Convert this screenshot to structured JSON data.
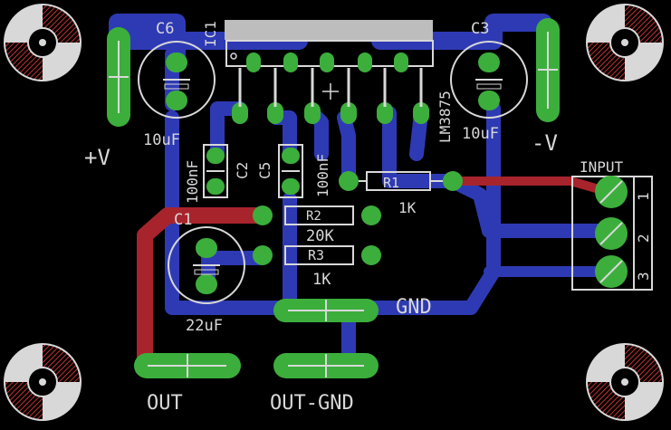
{
  "board": {
    "labels": {
      "c6": "C6",
      "ic1": "IC1",
      "c3": "C3",
      "lm3875": "LM3875",
      "v_plus": "+V",
      "v_minus": "-V",
      "c6_value": "10uF",
      "c3_value": "10uF",
      "c2": "C2",
      "c5": "C5",
      "c2_value": "100nF",
      "c5_value": "100nF",
      "r1": "R1",
      "r1_value": "1K",
      "c1": "C1",
      "r2": "R2",
      "r2_value": "20K",
      "r3": "R3",
      "r3_value": "1K",
      "c1_value": "22uF",
      "input": "INPUT",
      "pin1": "1",
      "pin2": "2",
      "pin3": "3",
      "gnd": "GND",
      "out": "OUT",
      "out_gnd": "OUT-GND"
    },
    "colors": {
      "background": "#000000",
      "bottom_trace": "#2e3ab4",
      "top_trace": "#a8242c",
      "pad": "#3cae3c",
      "silkscreen": "#d8d8d8",
      "hole_hatch": "#c43232"
    }
  }
}
